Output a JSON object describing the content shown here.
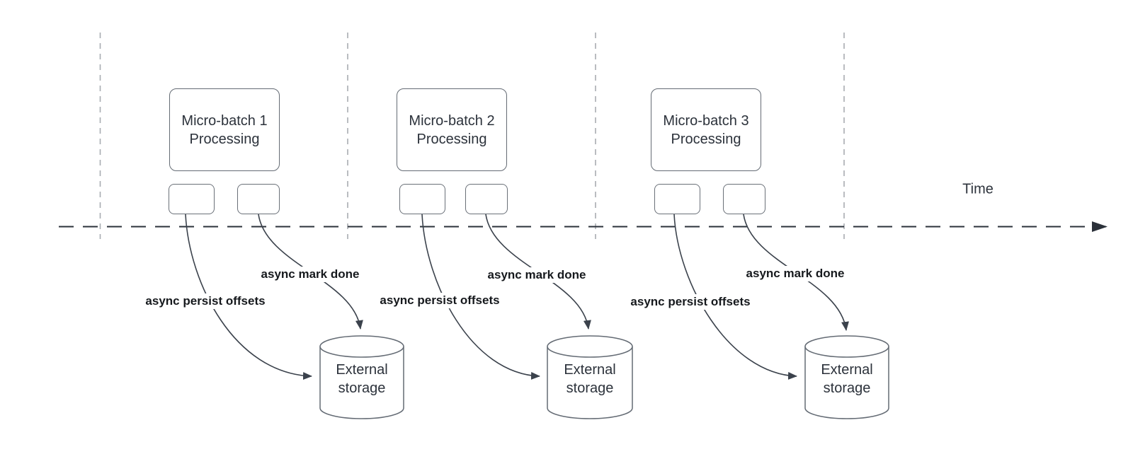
{
  "diagram": {
    "timeline": {
      "label": "Time"
    },
    "sections": [
      {
        "box_label": "Micro-batch 1\nProcessing",
        "persist_label": "async persist offsets",
        "done_label": "async mark done",
        "storage_label": "External\nstorage"
      },
      {
        "box_label": "Micro-batch 2\nProcessing",
        "persist_label": "async persist offsets",
        "done_label": "async mark done",
        "storage_label": "External\nstorage"
      },
      {
        "box_label": "Micro-batch 3\nProcessing",
        "persist_label": "async persist offsets",
        "done_label": "async mark done",
        "storage_label": "External\nstorage"
      }
    ],
    "colors": {
      "background": "#ffffff",
      "shape_stroke": "#646b74",
      "connector_stroke": "#3b424c",
      "timeline_stroke": "#2b313a",
      "guide_stroke": "#a8acb1",
      "shape_text": "#2c323b",
      "connector_label_text": "#16191d"
    }
  }
}
